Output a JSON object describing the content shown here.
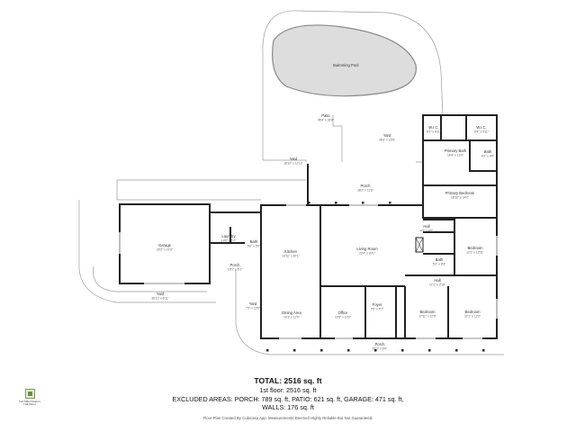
{
  "rooms": [
    {
      "id": "pool",
      "name": "Swimming Pool",
      "dim": ""
    },
    {
      "id": "patio",
      "name": "Patio",
      "dim": "45'4\" x 31'8\""
    },
    {
      "id": "yard_n",
      "name": "Yard",
      "dim": "26'4\" x 15'5\""
    },
    {
      "id": "yard_w",
      "name": "Yard",
      "dim": "16'10\" x 11'10\""
    },
    {
      "id": "porch_n",
      "name": "Porch",
      "dim": "28'2\" x 11'6\""
    },
    {
      "id": "wic1",
      "name": "W.I.C.",
      "dim": "6'2\" x 4'11\""
    },
    {
      "id": "wic2",
      "name": "W.I.C.",
      "dim": "6'4\" x 4'11\""
    },
    {
      "id": "pbath",
      "name": "Primary Bath",
      "dim": "14'4\" x 12'0\""
    },
    {
      "id": "bath_sm",
      "name": "Bath",
      "dim": "4'2\" x 4'0\""
    },
    {
      "id": "pbed",
      "name": "Primary Bedroom",
      "dim": "18'10\" x 14'0\""
    },
    {
      "id": "garage",
      "name": "Garage",
      "dim": "22'2\" x 21'3\""
    },
    {
      "id": "laundry",
      "name": "Laundry",
      "dim": "14'0\" x 6'7\""
    },
    {
      "id": "bath_l",
      "name": "Bath",
      "dim": "5'6\" x 5'0\""
    },
    {
      "id": "kitchen",
      "name": "Kitchen",
      "dim": "14'11\" x 20'1\""
    },
    {
      "id": "living",
      "name": "Living Room",
      "dim": "23'4\" x 20'1\""
    },
    {
      "id": "hall_n",
      "name": "Hall",
      "dim": "4'3\" x 4'5\""
    },
    {
      "id": "bed_e",
      "name": "Bedroom",
      "dim": "12'1\" x 12'11\""
    },
    {
      "id": "bath_c",
      "name": "Bath",
      "dim": "5'2\" x 9'3\""
    },
    {
      "id": "hall_s",
      "name": "Hall",
      "dim": "17'1\" x 3'10\""
    },
    {
      "id": "porch_w",
      "name": "Porch",
      "dim": "19'1\" x 6'1\""
    },
    {
      "id": "yard_s",
      "name": "Yard",
      "dim": "36'11\" x 6'11\""
    },
    {
      "id": "yard_sw",
      "name": "Yard",
      "dim": "7'0\" x 12'0\""
    },
    {
      "id": "dining",
      "name": "Dining Area",
      "dim": "14'1\" x 12'0\""
    },
    {
      "id": "office",
      "name": "Office",
      "dim": "10'5\" x 12'0\""
    },
    {
      "id": "foyer",
      "name": "Foyer",
      "dim": "7'0\" x 9'7\""
    },
    {
      "id": "bed_s1",
      "name": "Bedroom",
      "dim": "17'11\" x 12'0\""
    },
    {
      "id": "bed_s2",
      "name": "Bedroom",
      "dim": "12'1\" x 12'0\""
    },
    {
      "id": "porch_s",
      "name": "Porch",
      "dim": "81'2\" x 9'0\""
    }
  ],
  "summary": {
    "total": "TOTAL: 2516 sq. ft",
    "floor": "1st floor: 2516 sq. ft",
    "excluded": "EXCLUDED AREAS: PORCH: 789 sq. ft, PATIO: 621 sq. ft, GARAGE: 471 sq. ft,",
    "walls": "WALLS: 176 sq. ft",
    "disclaimer": "Floor Plan Created By Cubicasa App. Measurements Deemed Highly Reliable But Not Guaranteed."
  },
  "logo": {
    "line1": "Kelli Miller Realtors",
    "line2": "THE KELLI"
  },
  "colors": {
    "wall": "#222222",
    "pool": "#dddddd",
    "outline": "#9a9a9a",
    "bg": "#ffffff"
  }
}
